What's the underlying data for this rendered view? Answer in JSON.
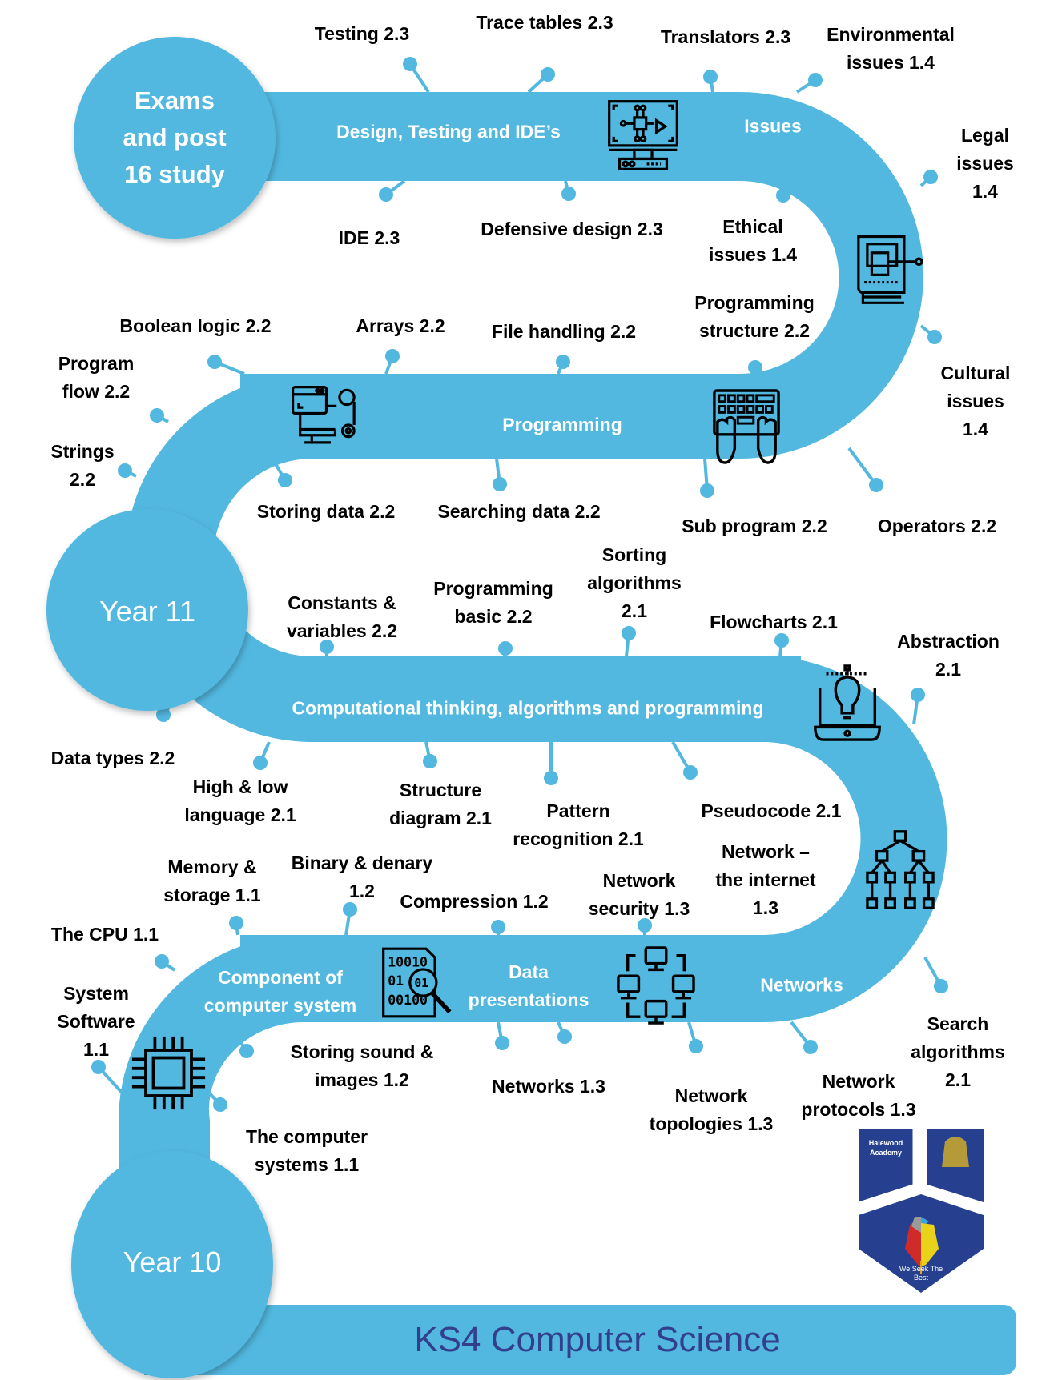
{
  "title": "KS4 Computer Science",
  "colors": {
    "road": "#52b8e0",
    "title_text": "#333f8c",
    "label_text": "#000000",
    "band_text": "#ffffff",
    "logo_navy": "#26408f"
  },
  "milestones": {
    "exams": "Exams\nand post\n16 study",
    "year11": "Year 11",
    "year10": "Year 10"
  },
  "bands": {
    "design": "Design, Testing and IDE’s",
    "issues": "Issues",
    "programming": "Programming",
    "computational": "Computational thinking, algorithms and programming",
    "component": "Component of\ncomputer system",
    "data": "Data\npresentations",
    "networks": "Networks"
  },
  "topics": {
    "testing": "Testing 2.3",
    "trace_tables": "Trace tables 2.3",
    "translators": "Translators 2.3",
    "environmental": "Environmental\nissues 1.4",
    "legal": "Legal\nissues 1.4",
    "ide": "IDE 2.3",
    "defensive": "Defensive design 2.3",
    "ethical": "Ethical\nissues 1.4",
    "cultural": "Cultural\nissues 1.4",
    "boolean": "Boolean logic 2.2",
    "arrays": "Arrays 2.2",
    "file_handling": "File handling 2.2",
    "prog_structure": "Programming\nstructure 2.2",
    "program_flow": "Program\nflow 2.2",
    "strings": "Strings\n2.2",
    "storing_data": "Storing data 2.2",
    "searching_data": "Searching data 2.2",
    "sub_program": "Sub program 2.2",
    "operators": "Operators 2.2",
    "constants": "Constants &\nvariables 2.2",
    "prog_basic": "Programming\nbasic 2.2",
    "sorting": "Sorting\nalgorithms\n2.1",
    "flowcharts": "Flowcharts 2.1",
    "abstraction": "Abstraction\n2.1",
    "data_types": "Data types 2.2",
    "high_low": "High & low\nlanguage 2.1",
    "structure_diagram": "Structure\ndiagram 2.1",
    "pattern": "Pattern\nrecognition 2.1",
    "pseudocode": "Pseudocode 2.1",
    "memory": "Memory &\nstorage 1.1",
    "binary": "Binary & denary\n1.2",
    "compression": "Compression 1.2",
    "net_security": "Network\nsecurity 1.3",
    "net_internet": "Network –\nthe internet\n1.3",
    "cpu": "The CPU 1.1",
    "system_software": "System\nSoftware\n1.1",
    "storing_sound": "Storing sound &\nimages 1.2",
    "networks13": "Networks 1.3",
    "net_topologies": "Network\ntopologies 1.3",
    "net_protocols": "Network\nprotocols 1.3",
    "search_alg": "Search\nalgorithms\n2.1",
    "computer_systems": "The computer\nsystems  1.1"
  },
  "logo": {
    "school": "Halewood\nAcademy",
    "motto": "We Seek The\nBest"
  }
}
